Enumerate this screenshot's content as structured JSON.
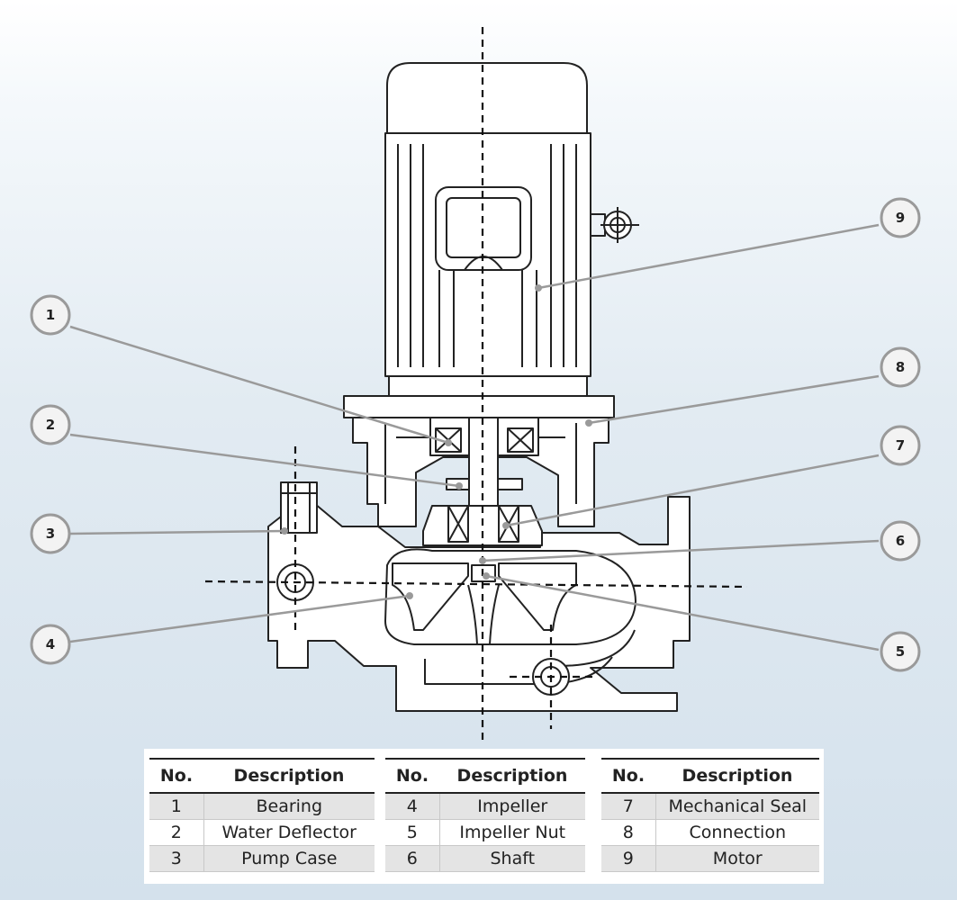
{
  "callouts": [
    {
      "id": "1",
      "label": "1"
    },
    {
      "id": "2",
      "label": "2"
    },
    {
      "id": "3",
      "label": "3"
    },
    {
      "id": "4",
      "label": "4"
    },
    {
      "id": "5",
      "label": "5"
    },
    {
      "id": "6",
      "label": "6"
    },
    {
      "id": "7",
      "label": "7"
    },
    {
      "id": "8",
      "label": "8"
    },
    {
      "id": "9",
      "label": "9"
    }
  ],
  "legend": {
    "headers": {
      "no": "No.",
      "description": "Description"
    },
    "groups": [
      [
        {
          "no": "1",
          "description": "Bearing"
        },
        {
          "no": "2",
          "description": "Water Deflector"
        },
        {
          "no": "3",
          "description": "Pump Case"
        }
      ],
      [
        {
          "no": "4",
          "description": "Impeller"
        },
        {
          "no": "5",
          "description": "Impeller Nut"
        },
        {
          "no": "6",
          "description": "Shaft"
        }
      ],
      [
        {
          "no": "7",
          "description": "Mechanical Seal"
        },
        {
          "no": "8",
          "description": "Connection"
        },
        {
          "no": "9",
          "description": "Motor"
        }
      ]
    ]
  },
  "colors": {
    "ink": "#222222",
    "callout_ring": "#9a9a9a",
    "background_top": "#ffffff",
    "background_bottom": "#d4e1ec"
  }
}
